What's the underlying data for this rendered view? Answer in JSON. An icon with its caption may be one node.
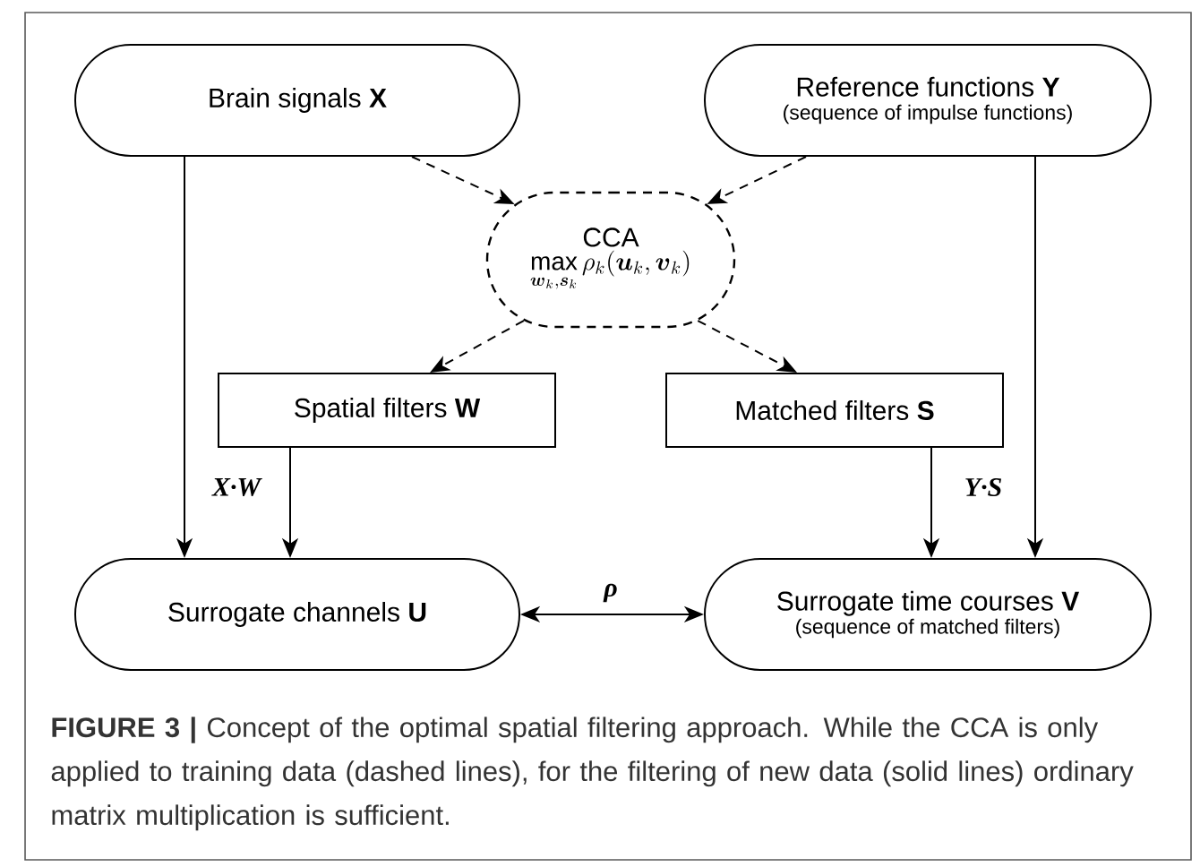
{
  "diagram": {
    "caption": "**FIGURE 3 |** Concept of the optimal spatial filtering approach. While the CCA is only applied to training data (dashed lines), for the filtering of new data (solid lines) ordinary matrix multiplication is sufficient.",
    "nodes": [
      {
        "text": [
          "Brain signals **X**"
        ]
      },
      {
        "text": [
          "Reference functions **Y**",
          "(sequence of impulse functions)"
        ]
      },
      {
        "text": [
          "CCA",
          "\\max\\limits_{\\boldsymbol{w}_k,\\boldsymbol{s}_k} \\rho_k(\\boldsymbol{u}_k,\\boldsymbol{v}_k)"
        ]
      },
      {
        "text": [
          "Spatial filters **W**"
        ]
      },
      {
        "text": [
          "Matched filters **S**"
        ]
      },
      {
        "text": [
          "Surrogate channels **U**"
        ]
      },
      {
        "text": [
          "Surrogate time courses **V**",
          "(sequence of matched filters)"
        ]
      }
    ],
    "edges": [
      {
        "from": 0,
        "to": 2,
        "arrow": "to",
        "style": "dashed"
      },
      {
        "from": 1,
        "to": 2,
        "arrow": "to",
        "style": "dashed"
      },
      {
        "from": 2,
        "to": 3,
        "arrow": "to",
        "style": "dashed"
      },
      {
        "from": 2,
        "to": 4,
        "arrow": "to",
        "style": "dashed"
      },
      {
        "from": 0,
        "to": 5,
        "arrow": "to"
      },
      {
        "from": 3,
        "to": 5,
        "arrow": "to",
        "label": "X·W"
      },
      {
        "from": 4,
        "to": 6,
        "arrow": "to",
        "label": "Y·S"
      },
      {
        "from": 1,
        "to": 6,
        "arrow": "to"
      },
      {
        "from": 5,
        "to": 6,
        "arrow": "both",
        "label": "ρ"
      }
    ]
  }
}
